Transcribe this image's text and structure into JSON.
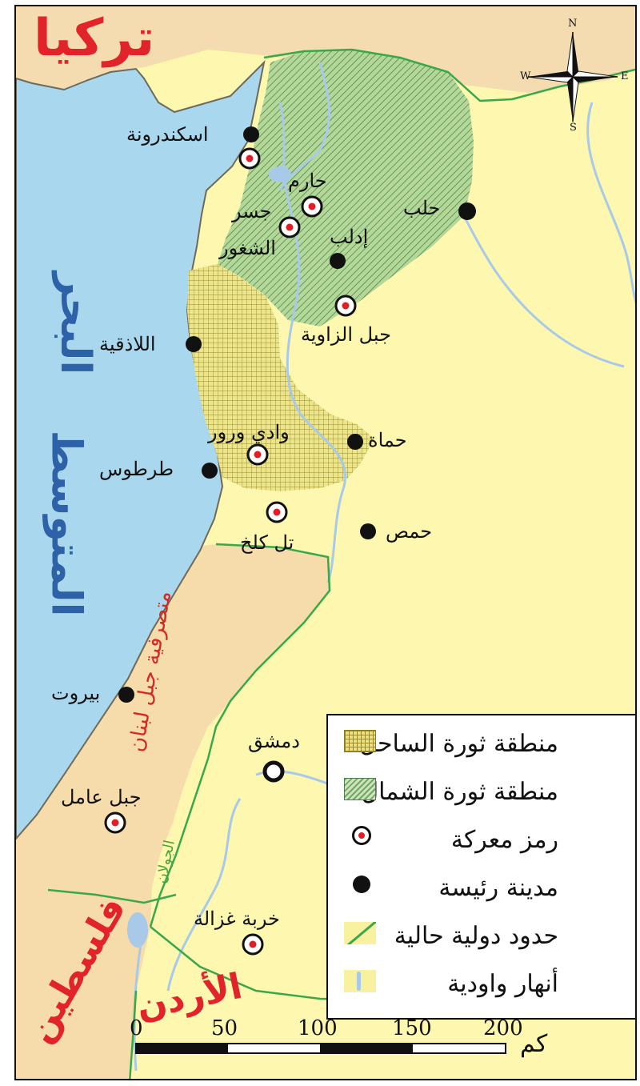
{
  "countries": {
    "turkey": "تركيا",
    "palestine": "فلسطين",
    "jordan": "الأردن"
  },
  "sea": {
    "line1": "البحر",
    "line2": "المتوسط"
  },
  "regions": {
    "mount_lebanon": "متصرفية جبل لبنان",
    "golan": "الجولان"
  },
  "cities": {
    "iskenderun": "اسكندرونة",
    "aleppo": "حلب",
    "idlib": "إدلب",
    "latakia": "اللاذقية",
    "hama": "حماة",
    "tartus": "طرطوس",
    "homs": "حمص",
    "beirut": "بيروت",
    "damascus": "دمشق"
  },
  "battles": {
    "harem": "حارم",
    "jisr_line1": "جسر",
    "jisr_line2": "الشغور",
    "jabal_zawiya": "جبل الزاوية",
    "wadi_warour": "وادي ورور",
    "tal_kalakh": "تل كلخ",
    "jabal_amel": "جبل عامل",
    "khirbet_ghazala": "خربة غزالة"
  },
  "compass": {
    "n": "N",
    "s": "S",
    "e": "E",
    "w": "W"
  },
  "legend": {
    "items": [
      {
        "label": "منطقة ثورة الساحل",
        "icon": "coastal-revolt-swatch"
      },
      {
        "label": "منطقة ثورة الشمال",
        "icon": "northern-revolt-swatch"
      },
      {
        "label": "رمز معركة",
        "icon": "battle-symbol-icon"
      },
      {
        "label": "مدينة رئيسة",
        "icon": "main-city-icon"
      },
      {
        "label": "حدود دولية حالية",
        "icon": "international-border-icon"
      },
      {
        "label": "أنهار واودية",
        "icon": "rivers-valleys-icon"
      }
    ]
  },
  "scale": {
    "ticks": [
      "0",
      "50",
      "100",
      "150",
      "200"
    ],
    "unit": "كم"
  },
  "colors": {
    "syria": "#fdf7b0",
    "lebanon_palestine": "#f6dcaa",
    "turkey": "#f4dcb0",
    "sea": "#a9d8ee",
    "border_line": "#3aa84a",
    "river": "#a8c9e8",
    "northern_area": "#a9cf8f",
    "coastal_area": "#e9e38a",
    "battle_center": "#e11d25",
    "country_label": "#e0242a",
    "sea_label": "#2e62a8"
  }
}
